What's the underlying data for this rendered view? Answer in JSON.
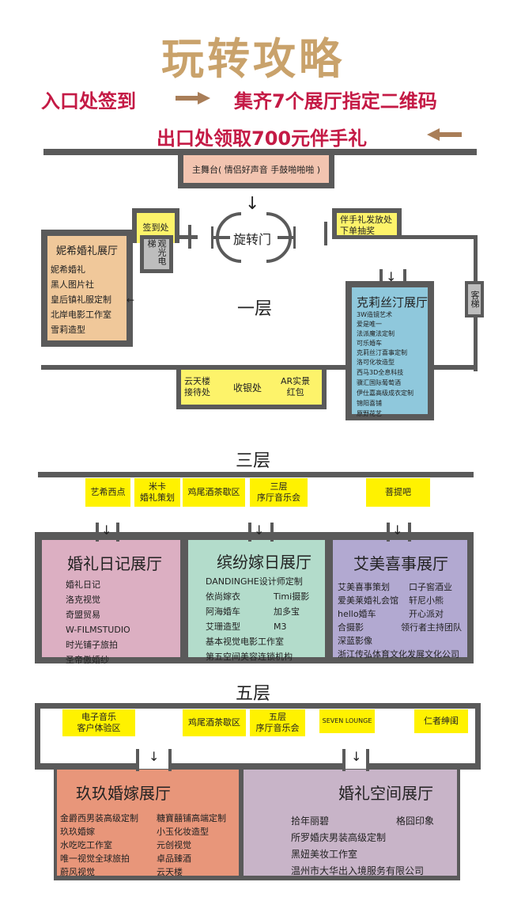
{
  "title": "玩转攻略",
  "guide": {
    "step1": "入口处签到",
    "step2": "集齐7个展厅指定二维码",
    "step3": "出口处领取700元伴手礼"
  },
  "colors": {
    "title": "#c9a26b",
    "red": "#c41a45",
    "arrow": "#a97e58",
    "wall": "#5a5a5a",
    "yellow": "#fff200"
  },
  "floor1": {
    "label": "一层",
    "stage": "主舞台( 情侣好声音 手鼓啪啪啪 )",
    "checkin": "签到处",
    "sightseeing_elevator": "观光电梯",
    "revolving_door": "旋转门",
    "gift": "伴手礼发放处\n下单抽奖",
    "passenger_elevator": "客梯",
    "reception": "云天楼\n接待处",
    "cashier": "收银处",
    "ar": "AR实景\n红包",
    "nixi": {
      "name": "妮希婚礼展厅",
      "items": [
        "妮希婚礼",
        "黑人图片社",
        "皇后镇礼服定制",
        "北岸电影工作室",
        "雪莉造型"
      ]
    },
    "christine": {
      "name": "克莉丝汀展厅",
      "items": [
        "3W造镜艺术",
        "爱是唯一",
        "法派魔法定制",
        "可乐婚车",
        "克莉丝汀喜事定制",
        "洛可化妆造型",
        "西马3D全息科技",
        "骥汇国际葡萄酒",
        "伊仕嘉高级成衣定制",
        "锦阳喜铺",
        "原野花艺"
      ]
    }
  },
  "floor3": {
    "label": "三层",
    "booths": [
      "艺希西点",
      "米卡\n婚礼策划",
      "鸡尾酒茶歇区",
      "三层\n序厅音乐会",
      "菩提吧"
    ],
    "halls": [
      {
        "name": "婚礼日记展厅",
        "items": [
          "婚礼日记",
          "洛克视觉",
          "奇盟贸易",
          "W-FILMSTUDIO",
          "时光铺子旅拍",
          "圣帝傲婚纱"
        ]
      },
      {
        "name": "缤纷嫁日展厅",
        "items": [
          "DANDINGHE设计师定制",
          "依尚嫁衣",
          "Timi摄影",
          "阿海婚车",
          "加多宝",
          "艾珊造型",
          "M3",
          "基本视觉电影工作室",
          "第五空间美容连锁机构"
        ]
      },
      {
        "name": "艾美喜事展厅",
        "items": [
          "艾美喜事策划",
          "口子窖酒业",
          "爱美莱婚礼会馆",
          "轩尼小熊",
          "hello婚车",
          "开心派对",
          "合摄影",
          "领行者主持团队",
          "深蓝影像",
          "浙江传弘体育文化发展文化公司"
        ]
      }
    ]
  },
  "floor5": {
    "label": "五层",
    "booths": [
      "电子音乐\n客户体验区",
      "鸡尾酒茶歇区",
      "五层\n序厅音乐会",
      "SEVEN LOUNGE",
      "仁者绅闺"
    ],
    "halls": [
      {
        "name": "玖玖婚嫁展厅",
        "items": [
          "金爵西男装高级定制",
          "糖寶囍铺高端定制",
          "玖玖婚嫁",
          "小玉化妆造型",
          "水吃吃工作室",
          "元创视觉",
          "唯一视觉全球旅拍",
          "卓品臻酒",
          "蔚风视觉",
          "云天楼"
        ]
      },
      {
        "name": "婚礼空间展厅",
        "items": [
          "拾年丽碧",
          "格囧印象",
          "所罗婚庆男装高级定制",
          "黑妞美妆工作室",
          "温州市大华出入境服务有限公司"
        ]
      }
    ]
  }
}
